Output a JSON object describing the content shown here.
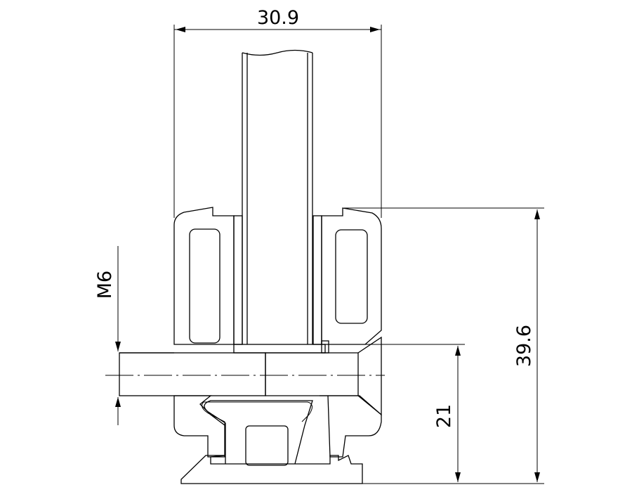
{
  "drawing": {
    "dimensions": {
      "width_top": "30.9",
      "thread": "M6",
      "total_height": "39.6",
      "bolt_height": "21"
    },
    "colors": {
      "line": "#000000",
      "background": "#ffffff"
    }
  }
}
